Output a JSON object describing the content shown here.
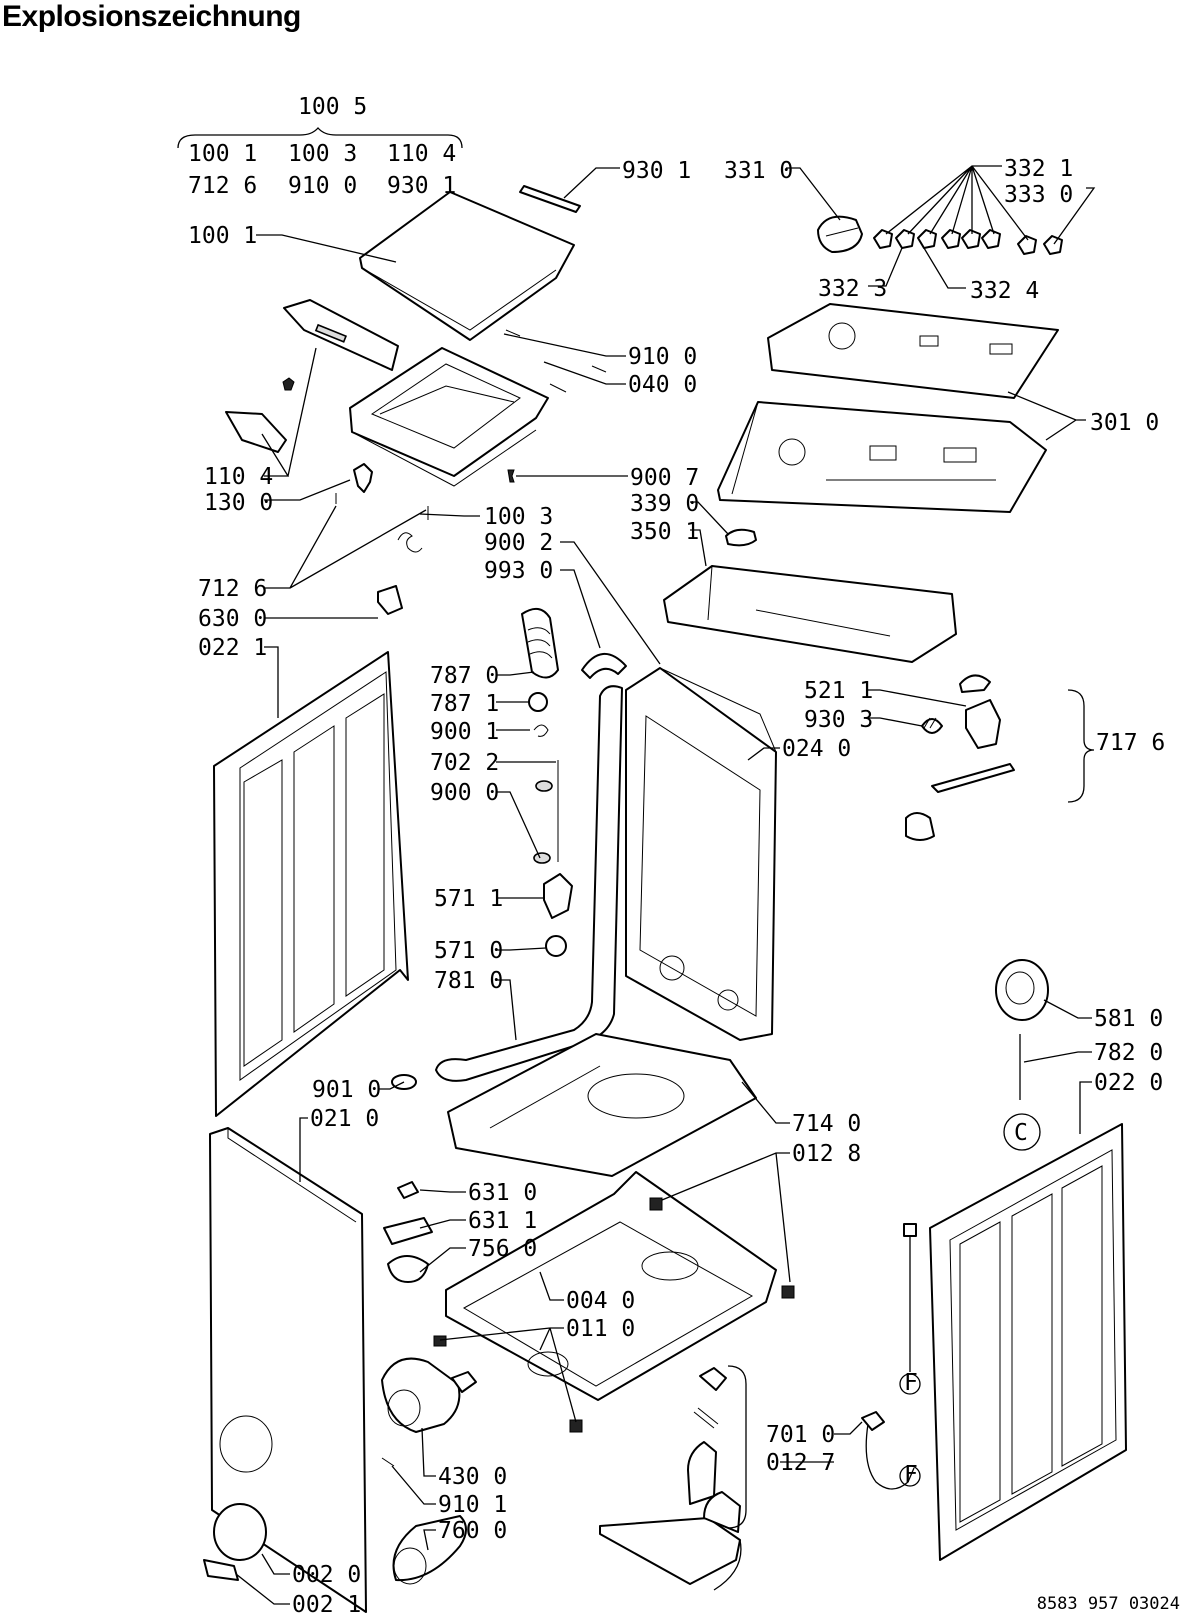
{
  "title": "Explosionszeichnung",
  "document_number": "8583 957 03024",
  "group_label": {
    "header": "100 5",
    "rows": [
      [
        "100 1",
        "100 3",
        "110 4"
      ],
      [
        "712 6",
        "910 0",
        "930 1"
      ]
    ]
  },
  "parts": [
    {
      "id": "p9301",
      "text": "930 1"
    },
    {
      "id": "p3310",
      "text": "331 0"
    },
    {
      "id": "p3321",
      "text": "332 1"
    },
    {
      "id": "p3330",
      "text": "333 0"
    },
    {
      "id": "p3323",
      "text": "332 3"
    },
    {
      "id": "p3324",
      "text": "332 4"
    },
    {
      "id": "p1001b",
      "text": "100 1"
    },
    {
      "id": "p9100",
      "text": "910 0"
    },
    {
      "id": "p0400",
      "text": "040 0"
    },
    {
      "id": "p3010",
      "text": "301 0"
    },
    {
      "id": "p1104",
      "text": "110 4"
    },
    {
      "id": "p1300",
      "text": "130 0"
    },
    {
      "id": "p1003",
      "text": "100 3"
    },
    {
      "id": "p9007",
      "text": "900 7"
    },
    {
      "id": "p3390",
      "text": "339 0"
    },
    {
      "id": "p3501",
      "text": "350 1"
    },
    {
      "id": "p9002",
      "text": "900 2"
    },
    {
      "id": "p9930",
      "text": "993 0"
    },
    {
      "id": "p7126",
      "text": "712 6"
    },
    {
      "id": "p6300",
      "text": "630 0"
    },
    {
      "id": "p0221",
      "text": "022 1"
    },
    {
      "id": "p7870",
      "text": "787 0"
    },
    {
      "id": "p7871",
      "text": "787 1"
    },
    {
      "id": "p9001",
      "text": "900 1"
    },
    {
      "id": "p7022",
      "text": "702 2"
    },
    {
      "id": "p9000",
      "text": "900 0"
    },
    {
      "id": "p5211",
      "text": "521 1"
    },
    {
      "id": "p9303",
      "text": "930 3"
    },
    {
      "id": "p0240",
      "text": "024 0"
    },
    {
      "id": "p7176",
      "text": "717 6"
    },
    {
      "id": "p5711",
      "text": "571 1"
    },
    {
      "id": "p5710",
      "text": "571 0"
    },
    {
      "id": "p7810",
      "text": "781 0"
    },
    {
      "id": "p5810",
      "text": "581 0"
    },
    {
      "id": "p7820",
      "text": "782 0"
    },
    {
      "id": "p0220",
      "text": "022 0"
    },
    {
      "id": "p9010",
      "text": "901 0"
    },
    {
      "id": "p0210",
      "text": "021 0"
    },
    {
      "id": "p7140",
      "text": "714 0"
    },
    {
      "id": "p0128",
      "text": "012 8"
    },
    {
      "id": "p6310",
      "text": "631 0"
    },
    {
      "id": "p6311",
      "text": "631 1"
    },
    {
      "id": "p7560",
      "text": "756 0"
    },
    {
      "id": "p0040",
      "text": "004 0"
    },
    {
      "id": "p0110",
      "text": "011 0"
    },
    {
      "id": "p7010",
      "text": "701 0"
    },
    {
      "id": "p0127",
      "text": "012 7"
    },
    {
      "id": "p4300",
      "text": "430 0"
    },
    {
      "id": "p9101",
      "text": "910 1"
    },
    {
      "id": "p7600",
      "text": "760 0"
    },
    {
      "id": "p0200",
      "text": "002 0"
    },
    {
      "id": "p0201",
      "text": "002 1"
    }
  ],
  "markers": [
    "C",
    "F",
    "F"
  ]
}
